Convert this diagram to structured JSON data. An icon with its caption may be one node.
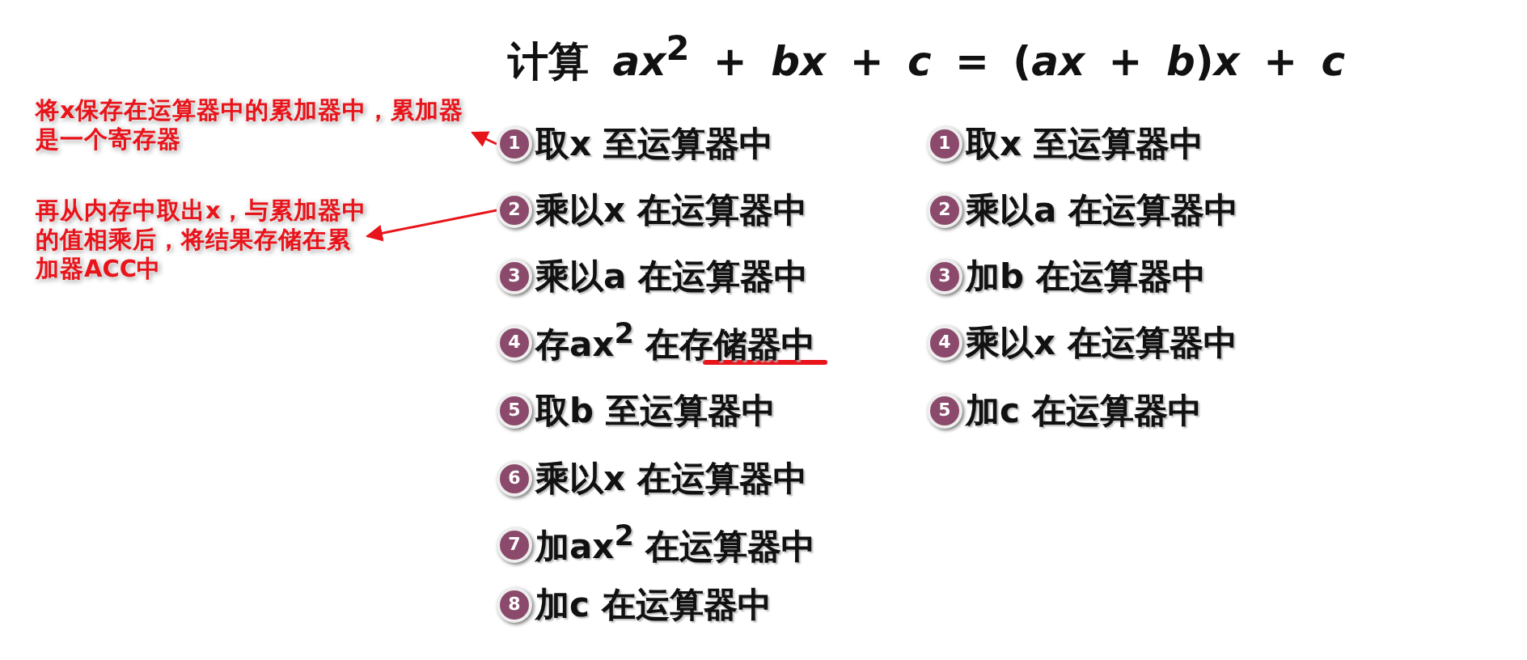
{
  "diagram": {
    "title": "计算 *ax*$^{2}$ + *bx* + *c* = (*ax* + *b*)*x* + *c*",
    "nodes": [
      {
        "text": [
          "将x保存在运算器中的累加器中，累加器是一个寄存器"
        ]
      },
      {
        "text": [
          "再从内存中取出x，与累加器中的值相乘后，将结果存储在累加器ACC中"
        ]
      },
      {
        "text": [
          "1"
        ],
        "beside": [
          "取x 至运算器中"
        ]
      },
      {
        "text": [
          "2"
        ],
        "beside": [
          "乘以x 在运算器中"
        ]
      },
      {
        "text": [
          "3"
        ],
        "beside": [
          "乘以a 在运算器中"
        ]
      },
      {
        "text": [
          "4"
        ],
        "beside": [
          "存ax$^{2}$ 在存储器中"
        ]
      },
      {
        "text": [
          "5"
        ],
        "beside": [
          "取b 至运算器中"
        ]
      },
      {
        "text": [
          "6"
        ],
        "beside": [
          "乘以x 在运算器中"
        ]
      },
      {
        "text": [
          "7"
        ],
        "beside": [
          "加ax$^{2}$ 在运算器中"
        ]
      },
      {
        "text": [
          "8"
        ],
        "beside": [
          "加c 在运算器中"
        ]
      },
      {
        "text": [
          "1"
        ],
        "beside": [
          "取x 至运算器中"
        ]
      },
      {
        "text": [
          "2"
        ],
        "beside": [
          "乘以a 在运算器中"
        ]
      },
      {
        "text": [
          "3"
        ],
        "beside": [
          "加b 在运算器中"
        ]
      },
      {
        "text": [
          "4"
        ],
        "beside": [
          "乘以x 在运算器中"
        ]
      },
      {
        "text": [
          "5"
        ],
        "beside": [
          "加c 在运算器中"
        ]
      }
    ],
    "edges": [
      {
        "from": 2,
        "to": 0,
        "arrow": "to",
        "color": "#e8141b"
      },
      {
        "from": 3,
        "to": 1,
        "arrow": "to",
        "color": "#e8141b"
      }
    ]
  }
}
